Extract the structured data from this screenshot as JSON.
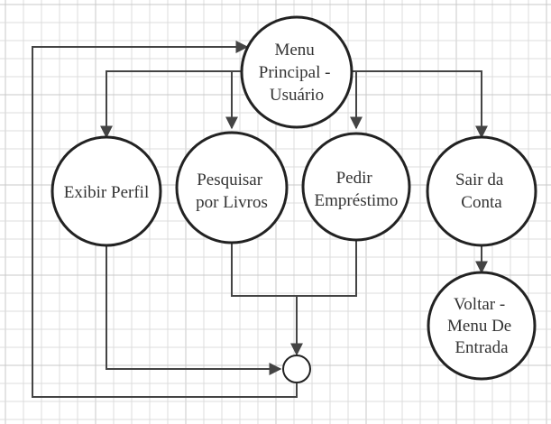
{
  "nodes": {
    "menu_principal": [
      "Menu",
      "Principal -",
      "Usuário"
    ],
    "exibir_perfil": [
      "Exibir Perfil"
    ],
    "pesquisar": [
      "Pesquisar",
      "por Livros"
    ],
    "pedir": [
      "Pedir",
      "Empréstimo"
    ],
    "sair": [
      "Sair da",
      "Conta"
    ],
    "voltar": [
      "Voltar -",
      "Menu De",
      "Entrada"
    ]
  },
  "colors": {
    "line": "#444444",
    "node_stroke": "#222222",
    "text": "#333333",
    "grid": "#dcdcdc"
  }
}
